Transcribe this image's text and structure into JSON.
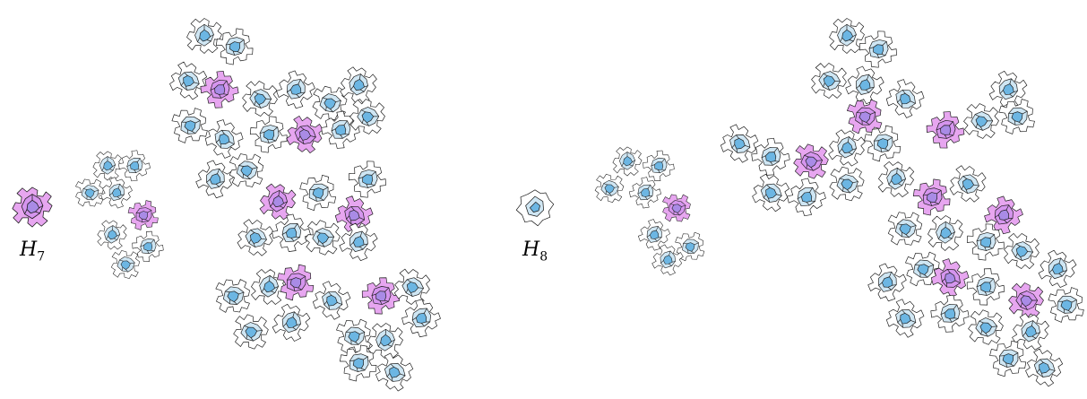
{
  "labels": {
    "left": {
      "letter": "H",
      "index": "7"
    },
    "right": {
      "letter": "H",
      "index": "8"
    }
  },
  "colors": {
    "white_tile": "#ffffff",
    "light_blue_tile": "#cfe6f3",
    "blue_tile": "#6cb6e3",
    "pink_tile": "#e7a6f0",
    "purple_tile": "#b58ce4",
    "stroke": "#111111"
  },
  "icons": {
    "metatile": "hat-monotile-cluster-icon"
  }
}
